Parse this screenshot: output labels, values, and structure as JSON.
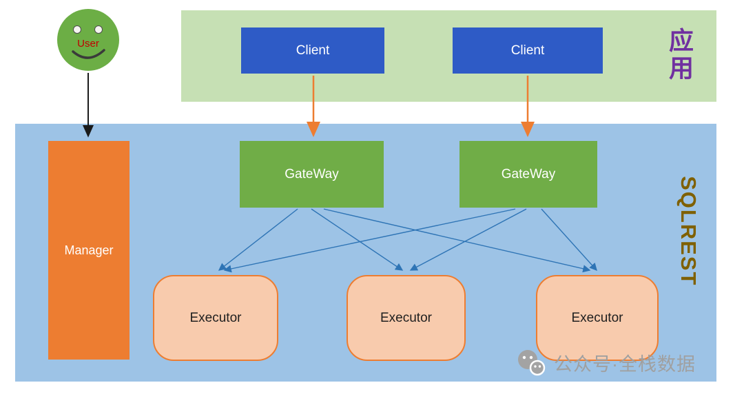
{
  "app_zone": {
    "label": "应用",
    "clients": [
      {
        "label": "Client"
      },
      {
        "label": "Client"
      }
    ]
  },
  "sqlrest_zone": {
    "label": "SQLREST",
    "manager": {
      "label": "Manager"
    },
    "gateways": [
      {
        "label": "GateWay"
      },
      {
        "label": "GateWay"
      }
    ],
    "executors": [
      {
        "label": "Executor"
      },
      {
        "label": "Executor"
      },
      {
        "label": "Executor"
      }
    ]
  },
  "user": {
    "label": "User"
  },
  "watermark": {
    "text": "公众号·全栈数据"
  },
  "colors": {
    "app_zone_bg": "#c6e0b4",
    "sqlrest_zone_bg": "#9dc3e6",
    "client_bg": "#2e5bc6",
    "gateway_bg": "#70ad47",
    "manager_bg": "#ed7d31",
    "executor_bg": "#f8cbad",
    "executor_border": "#ed7d31",
    "app_label_color": "#7030a0",
    "sqlrest_label_color": "#7f6000",
    "user_face": "#6cae45",
    "user_text": "#c00000",
    "arrow_black": "#1a1a1a",
    "arrow_orange": "#ed7d31",
    "arrow_blue": "#2e74b5",
    "watermark_color": "#a0a0a0"
  }
}
